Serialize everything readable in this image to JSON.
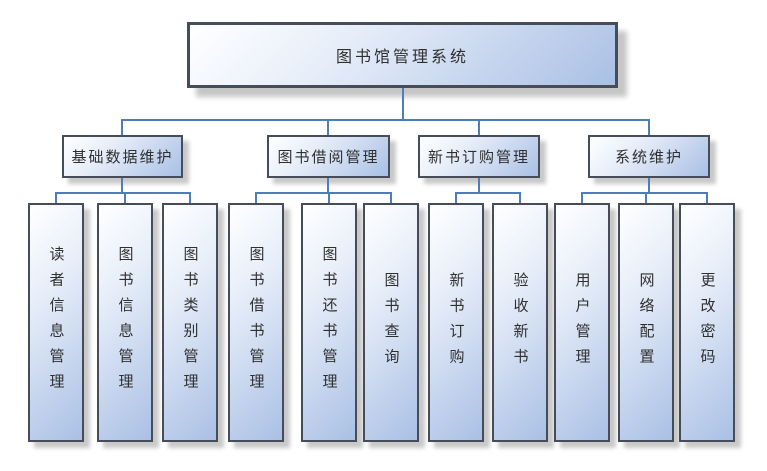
{
  "diagram": {
    "root": {
      "label": "图书馆管理系统"
    },
    "branches": [
      {
        "label": "基础数据维护",
        "children": [
          {
            "label": "读者信息管理"
          },
          {
            "label": "图书信息管理"
          },
          {
            "label": "图书类别管理"
          }
        ]
      },
      {
        "label": "图书借阅管理",
        "children": [
          {
            "label": "图书借书管理"
          },
          {
            "label": "图书还书管理"
          },
          {
            "label": "图书查询"
          }
        ]
      },
      {
        "label": "新书订购管理",
        "children": [
          {
            "label": "新书订购"
          },
          {
            "label": "验收新书"
          }
        ]
      },
      {
        "label": "系统维护",
        "children": [
          {
            "label": "用户管理"
          },
          {
            "label": "网络配置"
          },
          {
            "label": "更改密码"
          }
        ]
      }
    ]
  },
  "colors": {
    "connector": "#4f7cba",
    "node_border": "#474d58",
    "node_fill_light": "#ffffff",
    "node_fill_dark": "#a9c0e5",
    "shadow": "#c9c9c9",
    "text": "#2f2f2f"
  }
}
